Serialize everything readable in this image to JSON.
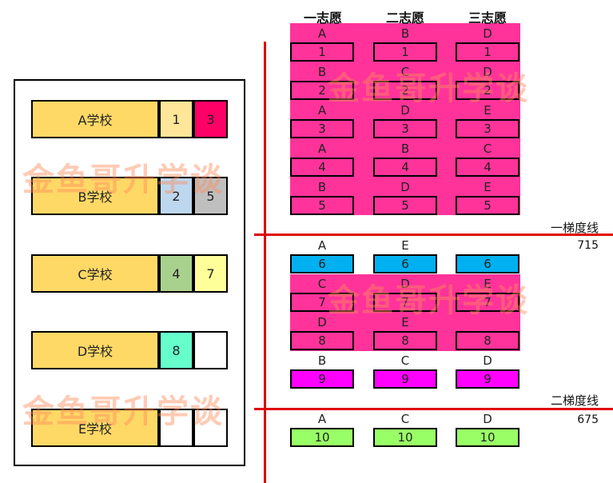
{
  "headers": [
    "一志愿",
    "二志愿",
    "三志愿"
  ],
  "schools": [
    {
      "name": "A学校",
      "slot1": {
        "text": "1",
        "color": "#ffe699"
      },
      "slot2": {
        "text": "3",
        "color": "#ff0066"
      }
    },
    {
      "name": "B学校",
      "slot1": {
        "text": "2",
        "color": "#bdd7ee"
      },
      "slot2": {
        "text": "5",
        "color": "#bfbfbf"
      }
    },
    {
      "name": "C学校",
      "slot1": {
        "text": "4",
        "color": "#a9d18e"
      },
      "slot2": {
        "text": "7",
        "color": "#ffff99"
      }
    },
    {
      "name": "D学校",
      "slot1": {
        "text": "8",
        "color": "#66ffcc"
      },
      "slot2": {
        "text": "",
        "color": "#ffffff"
      }
    },
    {
      "name": "E学校",
      "slot1": {
        "text": "",
        "color": "#ffffff"
      },
      "slot2": {
        "text": "",
        "color": "#ffffff"
      }
    }
  ],
  "students": [
    {
      "num": "1",
      "choices": [
        "A",
        "B",
        "D"
      ],
      "color": "pink"
    },
    {
      "num": "2",
      "choices": [
        "B",
        "C",
        "D"
      ],
      "color": "pink"
    },
    {
      "num": "3",
      "choices": [
        "A",
        "D",
        "E"
      ],
      "color": "pink"
    },
    {
      "num": "4",
      "choices": [
        "A",
        "B",
        "C"
      ],
      "color": "pink"
    },
    {
      "num": "5",
      "choices": [
        "B",
        "D",
        "E"
      ],
      "color": "pink"
    },
    {
      "num": "6",
      "choices": [
        "A",
        "E",
        ""
      ],
      "color": "blue"
    },
    {
      "num": "7",
      "choices": [
        "C",
        "D",
        "E"
      ],
      "color": "pink"
    },
    {
      "num": "8",
      "choices": [
        "D",
        "E",
        ""
      ],
      "color": "pink"
    },
    {
      "num": "9",
      "choices": [
        "B",
        "C",
        "D"
      ],
      "color": "magenta"
    },
    {
      "num": "10",
      "choices": [
        "A",
        "C",
        "D"
      ],
      "color": "green"
    }
  ],
  "cutoffs": [
    {
      "label": "一梯度线",
      "score": "715"
    },
    {
      "label": "二梯度线",
      "score": "675"
    }
  ],
  "watermark": "金鱼哥升学谈"
}
